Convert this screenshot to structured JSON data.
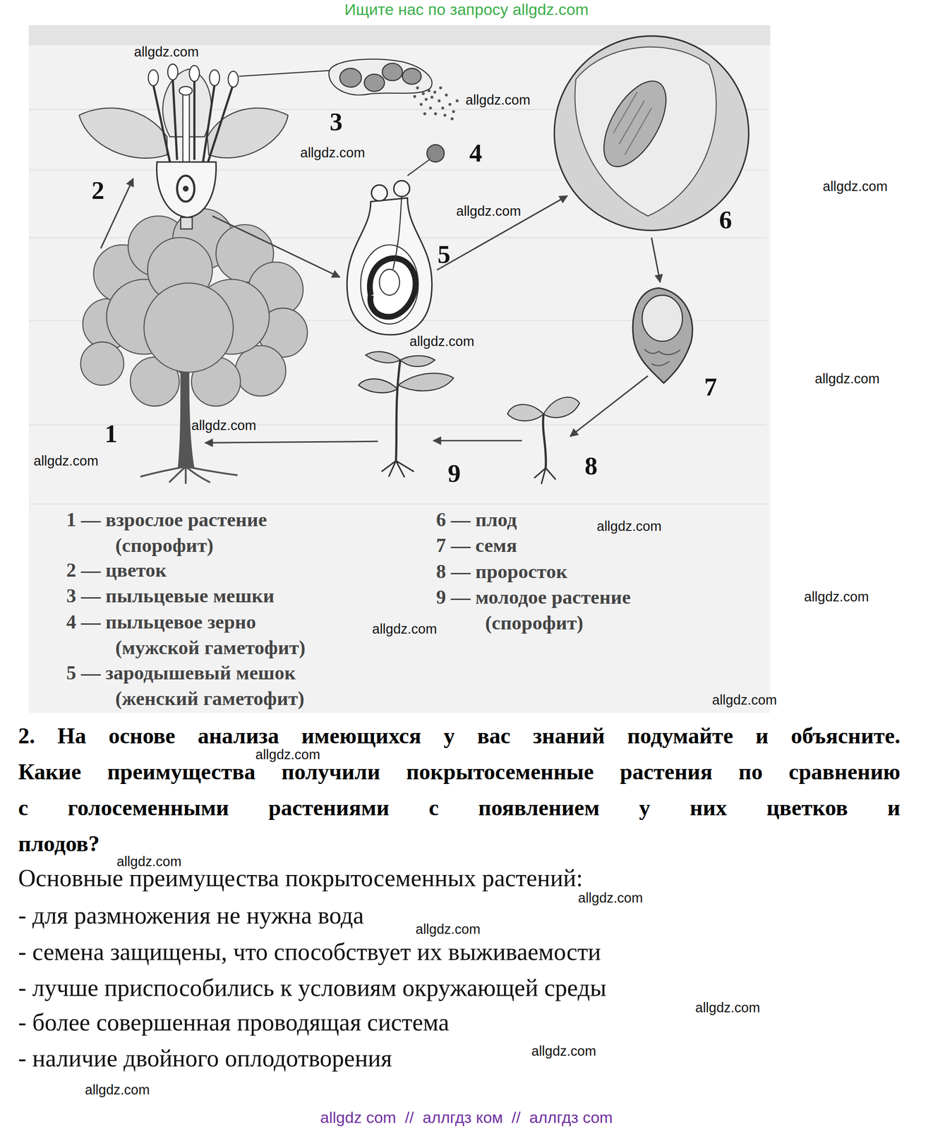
{
  "diagram": {
    "labels": [
      "Ищите нас по запросу allgdz.com",
      "1",
      "2",
      "3",
      "4",
      "5",
      "6",
      "7",
      "8",
      "9",
      "1 — взрослое растение (спорофит)",
      "2 — цветок",
      "3 — пыльцевые мешки",
      "4 — пыльцевое зерно (мужской гаметофит)",
      "5 — зародышевый мешок (женский гаметофит)",
      "6 — плод",
      "7 — семя",
      "8 — проросток",
      "9 — молодое растение (спорофит)",
      "2. На основе анализа имеющихся у вас знаний подумайте и объясните.",
      "Какие преимущества получили покрытосеменные растения по сравнению с голосеменными растениями с появлением у них цветков и плодов?",
      "Основные преимущества покрытосеменных растений:",
      "- для размножения не нужна вода",
      "- семена защищены, что способствует их выживаемости",
      "- лучше приспособились к условиям окружающей среды",
      "- более совершенная проводящая система",
      "- наличие двойного оплодотворения",
      "allgdz.com",
      "allgdz.com",
      "allgdz.com",
      "allgdz.com",
      "allgdz.com",
      "allgdz.com",
      "allgdz.com",
      "allgdz.com",
      "allgdz.com",
      "allgdz.com",
      "allgdz.com",
      "allgdz.com",
      "allgdz.com",
      "allgdz.com",
      "allgdz.com",
      "allgdz.com",
      "allgdz.com",
      "allgdz.com",
      "allgdz.com",
      "allgdz.com",
      "allgdz com  //  аллгдз ком  //  аллгдз com"
    ]
  }
}
